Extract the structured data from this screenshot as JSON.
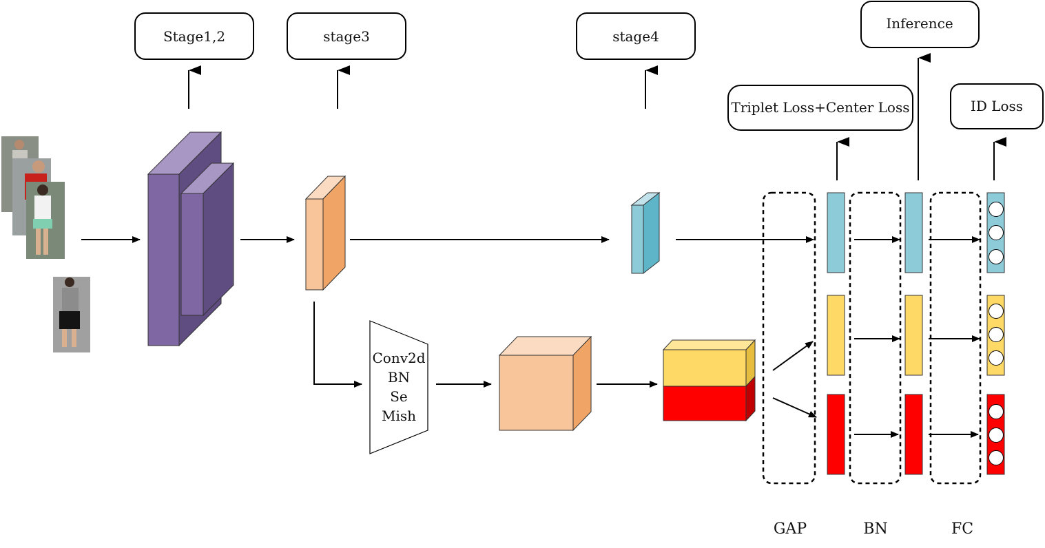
{
  "boxes": {
    "stage12": "Stage1,2",
    "stage3": "stage3",
    "stage4": "stage4",
    "inference": "Inference",
    "triplet": "Triplet Loss+Center Loss",
    "id_loss": "ID Loss"
  },
  "trapezoid": {
    "line1": "Conv2d",
    "line2": "BN",
    "line3": "Se",
    "line4": "Mish"
  },
  "bottom_labels": {
    "gap": "GAP",
    "bn": "BN",
    "fc": "FC"
  },
  "colors": {
    "purple_front": "#7f67a3",
    "purple_top": "#a896c4",
    "purple_side": "#5f4d82",
    "orange_front": "#f8c49a",
    "orange_top": "#fbdcc2",
    "orange_side": "#f0a567",
    "blue_front": "#8ecbd8",
    "blue_top": "#c2e3ec",
    "blue_side": "#5fb5c8",
    "yellow": "#ffd966",
    "yellow_top": "#ffe699",
    "yellow_side": "#e6bd3f",
    "red": "#ff0000",
    "red_side": "#c00000"
  }
}
